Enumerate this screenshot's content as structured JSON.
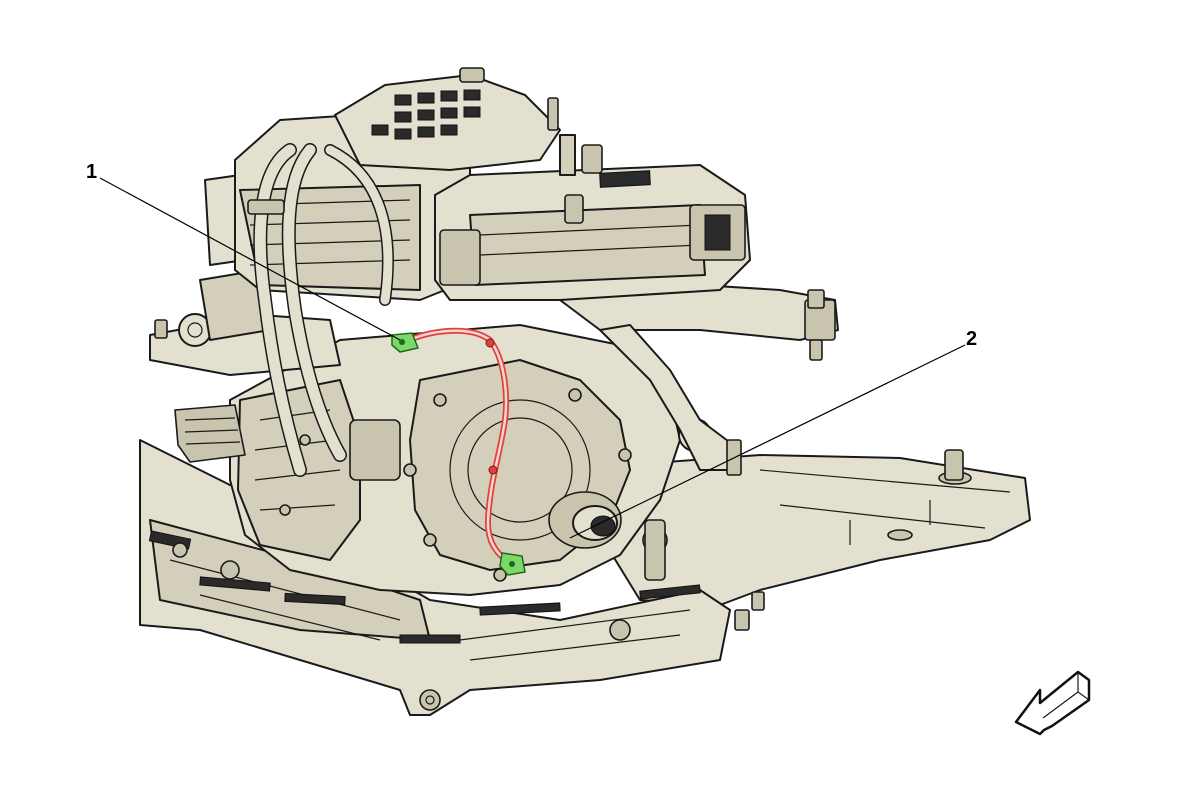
{
  "callouts": [
    {
      "id": "callout-1",
      "label": "1"
    },
    {
      "id": "callout-2",
      "label": "2"
    }
  ],
  "colors": {
    "component_fill": "#e3e0cf",
    "highlighted_hose": "#e0413a",
    "highlighted_clip": "#7cd86a",
    "outline": "#1a1a1a"
  },
  "icons": {
    "orientation_arrow": "front-direction-arrow-icon"
  }
}
